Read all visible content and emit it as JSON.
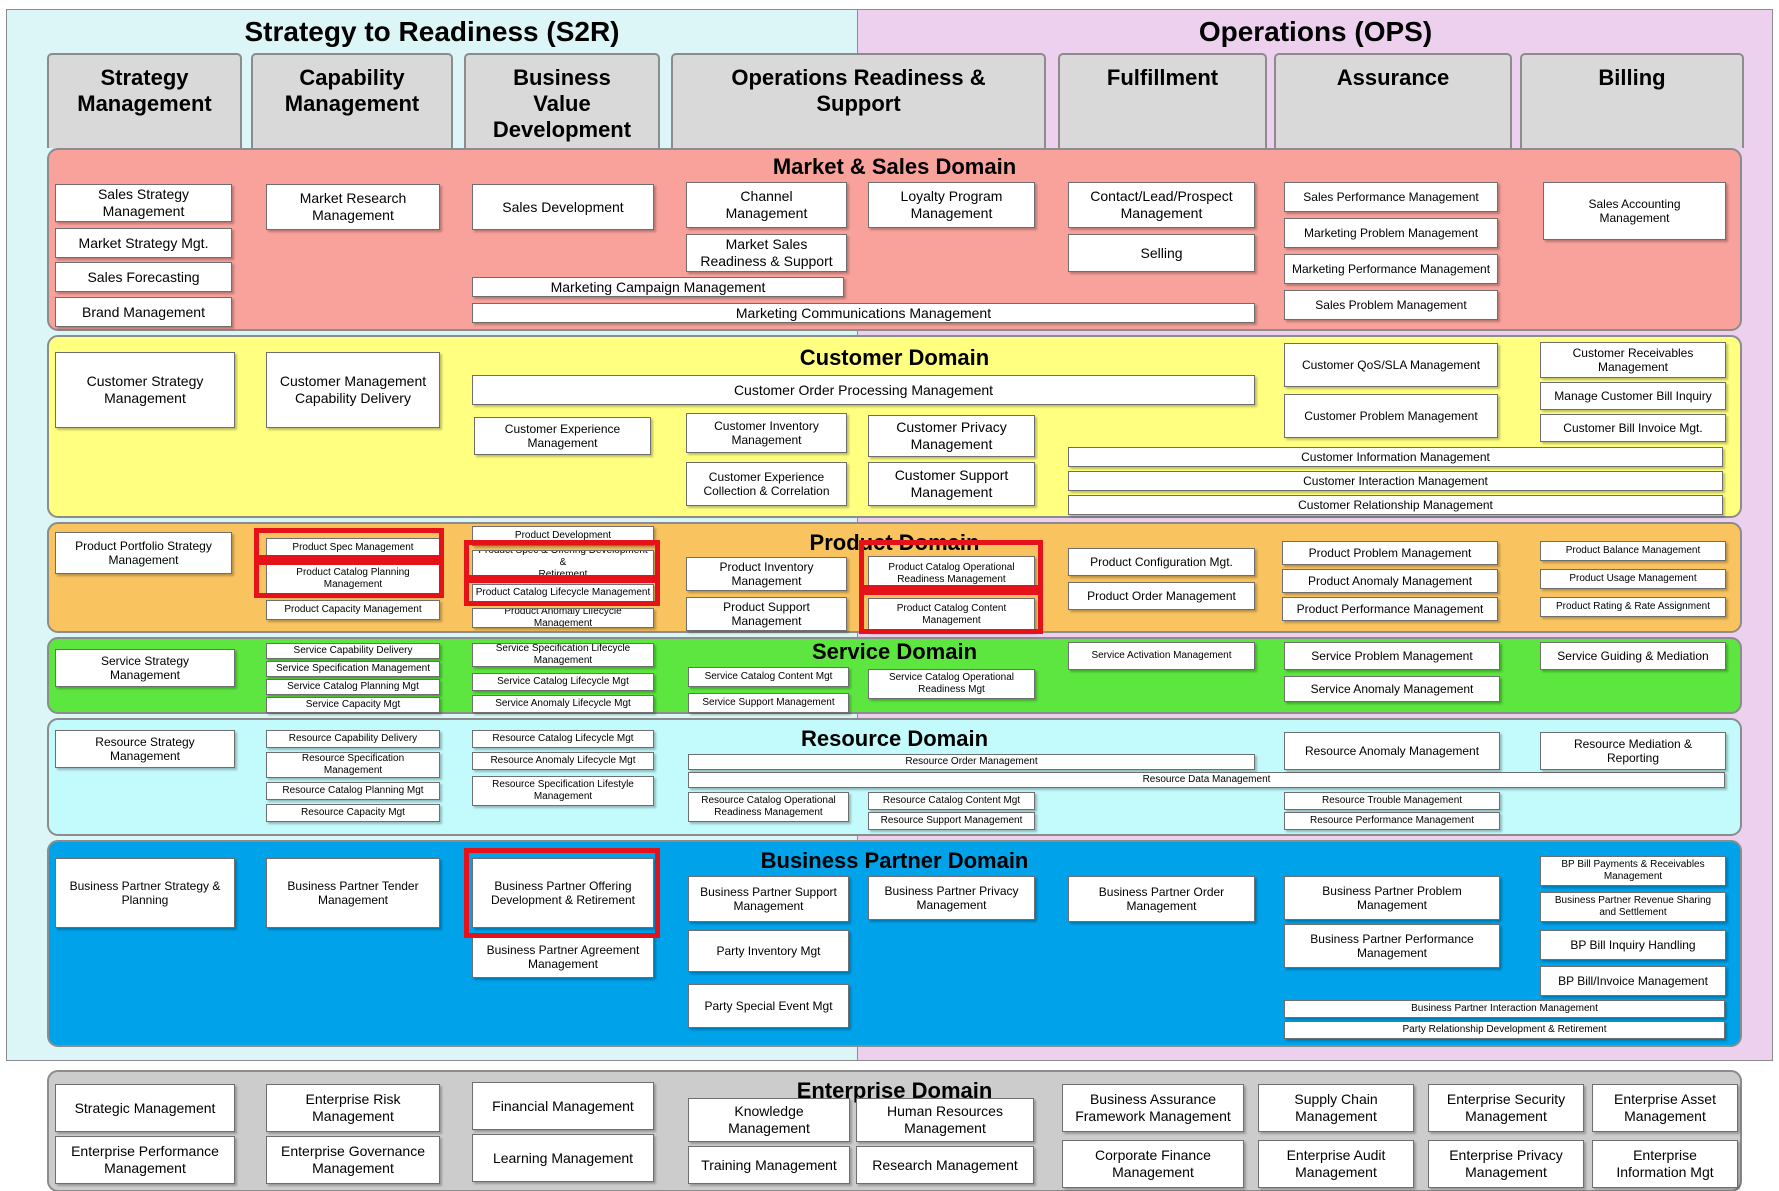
{
  "areas": {
    "s2r": "Strategy to Readiness (S2R)",
    "ops": "Operations (OPS)"
  },
  "columns": [
    "Strategy\nManagement",
    "Capability\nManagement",
    "Business\nValue\nDevelopment",
    "Operations Readiness &\nSupport",
    "Fulfillment",
    "Assurance",
    "Billing"
  ],
  "domains": {
    "market_sales": {
      "title": "Market & Sales Domain",
      "items": [
        "Sales Strategy\nManagement",
        "Market Strategy Mgt.",
        "Sales Forecasting",
        "Brand Management",
        "Market Research\nManagement",
        "Sales Development",
        "Channel\nManagement",
        "Market Sales\nReadiness & Support",
        "Loyalty Program\nManagement",
        "Marketing Campaign Management",
        "Marketing Communications Management",
        "Contact/Lead/Prospect\nManagement",
        "Selling",
        "Sales Performance Management",
        "Marketing Problem Management",
        "Marketing Performance Management",
        "Sales Problem Management",
        "Sales Accounting\nManagement"
      ]
    },
    "customer": {
      "title": "Customer Domain",
      "items": [
        "Customer Strategy\nManagement",
        "Customer Management\nCapability Delivery",
        "Customer Order Processing Management",
        "Customer Experience\nManagement",
        "Customer Inventory\nManagement",
        "Customer Experience\nCollection & Correlation",
        "Customer Privacy\nManagement",
        "Customer Support\nManagement",
        "Customer QoS/SLA Management",
        "Customer Problem Management",
        "Customer Receivables\nManagement",
        "Manage Customer Bill Inquiry",
        "Customer Bill Invoice Mgt.",
        "Customer Information Management",
        "Customer Interaction Management",
        "Customer Relationship Management"
      ]
    },
    "product": {
      "title": "Product Domain",
      "items": [
        "Product Portfolio Strategy\nManagement",
        "Product Spec Management",
        "Product Catalog Planning\nManagement",
        "Product Capacity Management",
        "Product Development",
        "Product Spec & Offering Development &\nRetirement",
        "Product Catalog Lifecycle Management",
        "Product Anomaly Lifecycle Management",
        "Product Inventory\nManagement",
        "Product Support\nManagement",
        "Product Catalog Operational\nReadiness Management",
        "Product Catalog Content\nManagement",
        "Product Configuration Mgt.",
        "Product Order Management",
        "Product Problem Management",
        "Product Anomaly Management",
        "Product Performance Management",
        "Product Balance Management",
        "Product Usage Management",
        "Product Rating & Rate Assignment"
      ]
    },
    "service": {
      "title": "Service Domain",
      "items": [
        "Service Strategy\nManagement",
        "Service Capability Delivery",
        "Service Specification Management",
        "Service Catalog Planning Mgt",
        "Service Capacity Mgt",
        "Service Specification Lifecycle\nManagement",
        "Service Catalog Lifecycle Mgt",
        "Service Anomaly Lifecycle Mgt",
        "Service Catalog Content Mgt",
        "Service Support Management",
        "Service Catalog Operational\nReadiness Mgt",
        "Service Activation Management",
        "Service Problem Management",
        "Service Anomaly Management",
        "Service Guiding & Mediation"
      ]
    },
    "resource": {
      "title": "Resource Domain",
      "items": [
        "Resource Strategy\nManagement",
        "Resource Capability Delivery",
        "Resource Specification\nManagement",
        "Resource Catalog Planning Mgt",
        "Resource Capacity Mgt",
        "Resource Catalog Lifecycle Mgt",
        "Resource Anomaly Lifecycle Mgt",
        "Resource Specification Lifestyle\nManagement",
        "Resource Order Management",
        "Resource Data Management",
        "Resource Catalog Operational\nReadiness Management",
        "Resource Catalog Content Mgt",
        "Resource Support Management",
        "Resource Anomaly Management",
        "Resource Trouble Management",
        "Resource Performance Management",
        "Resource Mediation &\nReporting"
      ]
    },
    "partner": {
      "title": "Business Partner Domain",
      "items": [
        "Business Partner Strategy &\nPlanning",
        "Business Partner Tender\nManagement",
        "Business Partner Offering\nDevelopment & Retirement",
        "Business Partner Agreement\nManagement",
        "Business Partner Support\nManagement",
        "Party Inventory Mgt",
        "Party Special Event Mgt",
        "Business Partner Privacy\nManagement",
        "Business Partner Order\nManagement",
        "Business Partner Problem\nManagement",
        "Business Partner Performance\nManagement",
        "BP Bill Payments & Receivables\nManagement",
        "Business Partner Revenue Sharing\nand Settlement",
        "BP Bill Inquiry Handling",
        "BP Bill/Invoice Management",
        "Business Partner Interaction Management",
        "Party Relationship Development & Retirement"
      ]
    },
    "enterprise": {
      "title": "Enterprise Domain",
      "items": [
        "Strategic Management",
        "Enterprise Performance\nManagement",
        "Enterprise Risk\nManagement",
        "Enterprise Governance\nManagement",
        "Financial Management",
        "Learning Management",
        "Knowledge\nManagement",
        "Training Management",
        "Human Resources\nManagement",
        "Research Management",
        "Business Assurance\nFramework Management",
        "Corporate Finance\nManagement",
        "Supply Chain\nManagement",
        "Enterprise Audit\nManagement",
        "Enterprise Security\nManagement",
        "Enterprise Privacy\nManagement",
        "Enterprise Asset\nManagement",
        "Enterprise\nInformation Mgt"
      ]
    }
  },
  "colors": {
    "s2r_bg": "#dcf5f7",
    "ops_bg": "#ecd0ee",
    "header_bg": "#d9d9d9",
    "market_sales": "#f9a19b",
    "customer": "#ffff80",
    "product": "#f9c35f",
    "service": "#5ce63f",
    "resource": "#c3fafc",
    "partner": "#00a2ea",
    "enterprise": "#cccccc",
    "highlight": "#e6121a"
  }
}
